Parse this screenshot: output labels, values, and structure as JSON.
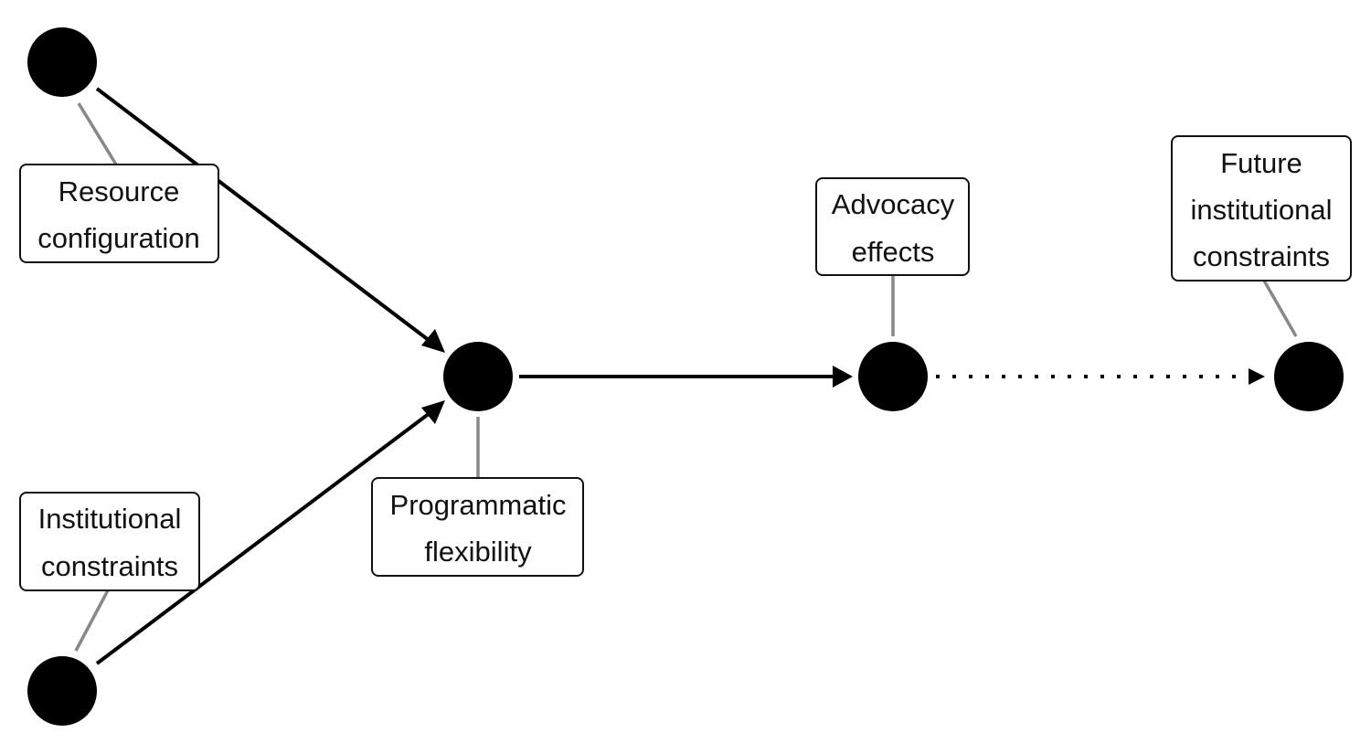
{
  "diagram": {
    "nodes": {
      "resource_configuration": {
        "label_lines": [
          "Resource",
          "configuration"
        ]
      },
      "institutional_constraints": {
        "label_lines": [
          "Institutional",
          "constraints"
        ]
      },
      "programmatic_flexibility": {
        "label_lines": [
          "Programmatic",
          "flexibility"
        ]
      },
      "advocacy_effects": {
        "label_lines": [
          "Advocacy",
          "effects"
        ]
      },
      "future_institutional_constraints": {
        "label_lines": [
          "Future",
          "institutional",
          "constraints"
        ]
      }
    },
    "edges": [
      {
        "from": "resource_configuration",
        "to": "programmatic_flexibility",
        "style": "solid"
      },
      {
        "from": "institutional_constraints",
        "to": "programmatic_flexibility",
        "style": "solid"
      },
      {
        "from": "programmatic_flexibility",
        "to": "advocacy_effects",
        "style": "solid"
      },
      {
        "from": "advocacy_effects",
        "to": "future_institutional_constraints",
        "style": "dotted"
      }
    ],
    "colors": {
      "node_fill": "#000000",
      "edge": "#000000",
      "leader_line": "#888888",
      "label_border": "#111111",
      "label_fill": "#ffffff"
    }
  }
}
